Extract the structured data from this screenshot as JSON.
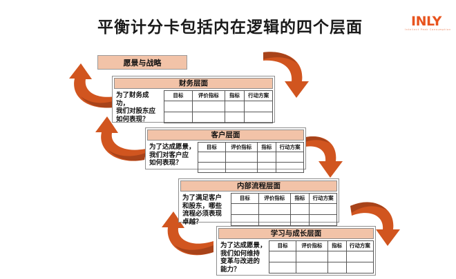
{
  "header": {
    "title": "平衡计分卡包括内在逻辑的四个层面",
    "logo_word": "INLY",
    "logo_tagline": "Intellect  Peak  Consumption"
  },
  "vision": {
    "label": "愿景与战略"
  },
  "table_headers": [
    "目标",
    "评价指标",
    "指标",
    "行动方案"
  ],
  "panels": [
    {
      "key": "financial",
      "title": "财务层面",
      "question": "为了财务成功，\n我们对股东应\n如何表现？",
      "columns": [
        "目标",
        "评价指标",
        "指标",
        "行动方案"
      ],
      "rows": [
        [
          "",
          "",
          "",
          ""
        ],
        [
          "",
          "",
          "",
          ""
        ]
      ]
    },
    {
      "key": "customer",
      "title": "客户层面",
      "question": "为了达成愿景，\n我们对客户应\n如何表现？",
      "columns": [
        "目标",
        "评价指标",
        "指标",
        "行动方案"
      ],
      "rows": [
        [
          "",
          "",
          "",
          ""
        ],
        [
          "",
          "",
          "",
          ""
        ]
      ]
    },
    {
      "key": "internal",
      "title": "内部流程层面",
      "question": "为了满足客户\n和股东，哪些\n流程必须表现\n卓越？",
      "columns": [
        "目标",
        "评价指标",
        "指标",
        "行动方案"
      ],
      "rows": [
        [
          "",
          "",
          "",
          ""
        ],
        [
          "",
          "",
          "",
          ""
        ]
      ]
    },
    {
      "key": "learning",
      "title": "学习与成长层面",
      "question": "为了达成愿景，\n我们如何维持\n变革与改进的\n能力？",
      "columns": [
        "目标",
        "评价指标",
        "指标",
        "行动方案"
      ],
      "rows": [
        [
          "",
          "",
          "",
          ""
        ],
        [
          "",
          "",
          "",
          ""
        ]
      ]
    }
  ],
  "arrows": [
    {
      "name": "arrow-up-left-1",
      "direction": "up-left"
    },
    {
      "name": "arrow-down-right-1",
      "direction": "down-right"
    },
    {
      "name": "arrow-up-left-2",
      "direction": "up-left"
    },
    {
      "name": "arrow-down-right-2",
      "direction": "down-right"
    },
    {
      "name": "arrow-up-left-3",
      "direction": "up-left"
    },
    {
      "name": "arrow-down-right-3",
      "direction": "down-right"
    }
  ],
  "colors": {
    "accent": "#d1551f",
    "accent_dark": "#a8431a",
    "panel_header": "#f2c3a8",
    "logo": "#e8541e",
    "border": "#8d8d8d",
    "title_text": "#1a1a1a"
  }
}
